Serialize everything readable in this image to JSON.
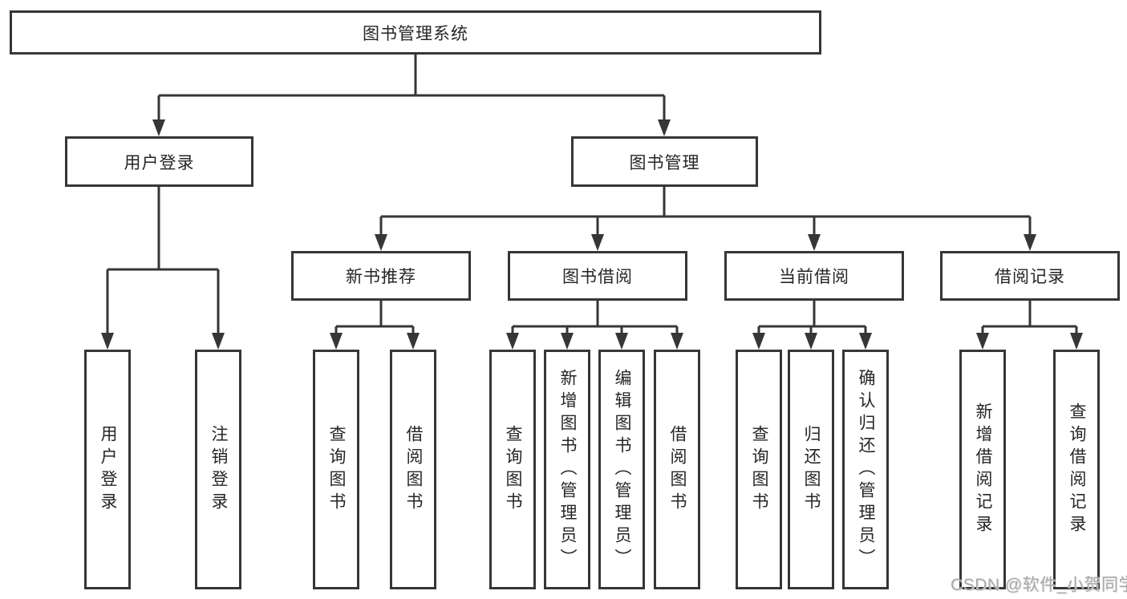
{
  "colors": {
    "line": "#363636",
    "text": "#262626",
    "box_bg": "#ffffff",
    "background": "#ffffff",
    "watermark": "#a9a9a9"
  },
  "diagram": {
    "root": {
      "label": "图书管理系统"
    },
    "branches": [
      {
        "label": "用户登录",
        "children": [
          {
            "label": "用户登录"
          },
          {
            "label": "注销登录"
          }
        ]
      },
      {
        "label": "图书管理",
        "children": [
          {
            "label": "新书推荐",
            "children": [
              {
                "label": "查询图书"
              },
              {
                "label": "借阅图书"
              }
            ]
          },
          {
            "label": "图书借阅",
            "children": [
              {
                "label": "查询图书"
              },
              {
                "label": "新增图书（管理员）"
              },
              {
                "label": "编辑图书（管理员）"
              },
              {
                "label": "借阅图书"
              }
            ]
          },
          {
            "label": "当前借阅",
            "children": [
              {
                "label": "查询图书"
              },
              {
                "label": "归还图书"
              },
              {
                "label": "确认归还（管理员）"
              }
            ]
          },
          {
            "label": "借阅记录",
            "children": [
              {
                "label": "新增借阅记录"
              },
              {
                "label": "查询借阅记录"
              }
            ]
          }
        ]
      }
    ]
  },
  "watermark": {
    "text": "CSDN @软件_小贺同学"
  }
}
